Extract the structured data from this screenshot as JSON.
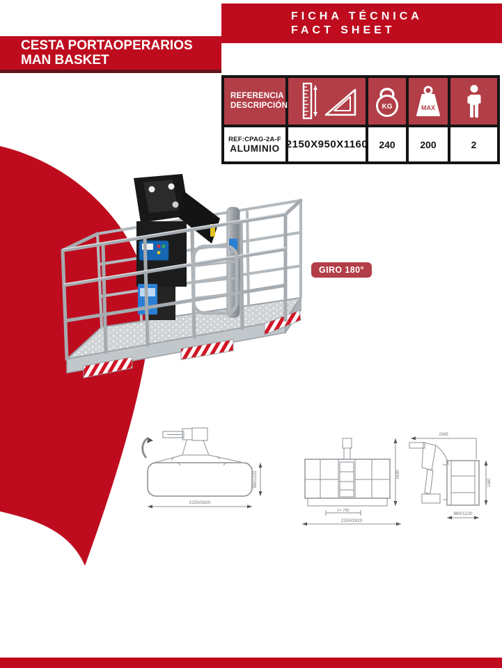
{
  "header": {
    "line1": "FICHA TÉCNICA",
    "line2": "FACT SHEET"
  },
  "banner": {
    "line1": "CESTA PORTAOPERARIOS",
    "line2": "MAN BASKET"
  },
  "spec_table": {
    "ref_header_line1": "REFERENCIA",
    "ref_header_line2": "DESCRIPCIÓN",
    "icons": [
      "dimensions-ruler-icon",
      "kettlebell-kg-icon",
      "max-weight-icon",
      "person-icon"
    ],
    "icon_labels": {
      "kg": "KG",
      "max": "MAX"
    },
    "row": {
      "reference": "REF:CPAG-2A-F",
      "material": "ALUMINIO",
      "dimensions": "2150X950X1160",
      "weight_kg": "240",
      "max_load_kg": "200",
      "persons": "2"
    }
  },
  "badge": {
    "giro": "GIRO 180°"
  },
  "drawings": {
    "top_view": {
      "width": "2150/2620",
      "depth": "960/1220"
    },
    "front_view": {
      "height": "1630",
      "gate_width": "L= 790",
      "width": "2150/2620"
    },
    "side_view": {
      "overall": "2345",
      "height": "1160",
      "depth": "960/1220"
    }
  },
  "colors": {
    "brand_red": "#be0c1e",
    "muted_red": "#b23e47",
    "dark_red_line": "#641317",
    "drawing_gray": "#8a8f94"
  }
}
